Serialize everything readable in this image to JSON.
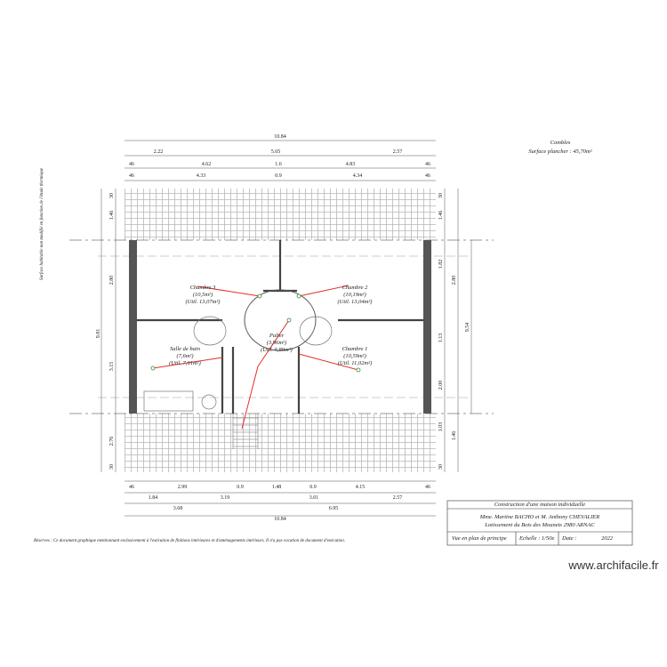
{
  "header": {
    "title": "Combles",
    "surface": "Surface plancher : 45,70m²"
  },
  "side_note": "Surface habitable non modifié en fonction de l'étude thermique",
  "footer_note": "Réserves : Ce document graphique mentionnant exclusivement à l'exécution de finitions intérieures et d'aménagements intérieurs. Il n'a pas vocation de document d'exécution.",
  "watermark": "www.archifacile.fr",
  "rooms": [
    {
      "name": "Chambre 3",
      "area": "(10,5m²)",
      "util": "(Util. 13,07m²)"
    },
    {
      "name": "Chambre 2",
      "area": "(10,19m²)",
      "util": "(Util. 13,04m²)"
    },
    {
      "name": "Palier",
      "area": "(3,96m²)",
      "util": "(Util. 5,89m²)"
    },
    {
      "name": "Salle de bain",
      "area": "(7,6m²)",
      "util": "(Util. 7,61m²)"
    },
    {
      "name": "Chambre 1",
      "area": "(10,59m²)",
      "util": "(Util. 11,02m²)"
    }
  ],
  "dims_top": {
    "overall": "10.84",
    "row1": [
      "2.22",
      "5.65",
      "2.57"
    ],
    "row2": [
      "46",
      "4.62",
      "4.83",
      "46"
    ],
    "row2_mid": "1.6",
    "row3": [
      "46",
      "4.33",
      "0.9",
      "4.34",
      "46"
    ]
  },
  "dims_bottom": {
    "row1": [
      "46",
      "2.99",
      "0.9",
      "1.48",
      "0.9",
      "4.15",
      "46"
    ],
    "row2": [
      "1.84",
      "3.19",
      "3.01",
      "2.57"
    ],
    "row3": [
      "3.68",
      "6.95"
    ],
    "overall": "10.84"
  },
  "dims_left": [
    "30",
    "1.46",
    "2.80",
    "3.15",
    "2.76",
    "30"
  ],
  "dims_left_total": "9.81",
  "dims_right": [
    "30",
    "1.46",
    "2.80",
    "1.82",
    "1.13",
    "2.00",
    "1.03",
    "1.46",
    "30"
  ],
  "dims_right_total": "9.54",
  "title_block": {
    "project": "Construction d'une maison individuelle",
    "owner": "Mme. Martine BACHO et M. Anthony CHEVALIER",
    "address": "Lotissement du Bois des Mounets 2980 ARNAC",
    "view": "Vue en plan de principe",
    "scale": "Echelle : 1/50e",
    "date_label": "Date :",
    "date_value": "2022"
  }
}
